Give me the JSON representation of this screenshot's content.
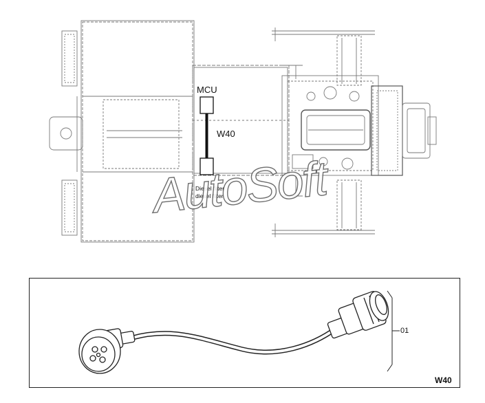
{
  "diagram": {
    "labels": {
      "mcu": "MCU",
      "harness": "W40",
      "filter_line1": "Diesel filter",
      "filter_line2": "diesel filter"
    },
    "watermark": "AutoSoft",
    "detail": {
      "callout": "01",
      "code": "W40"
    }
  }
}
